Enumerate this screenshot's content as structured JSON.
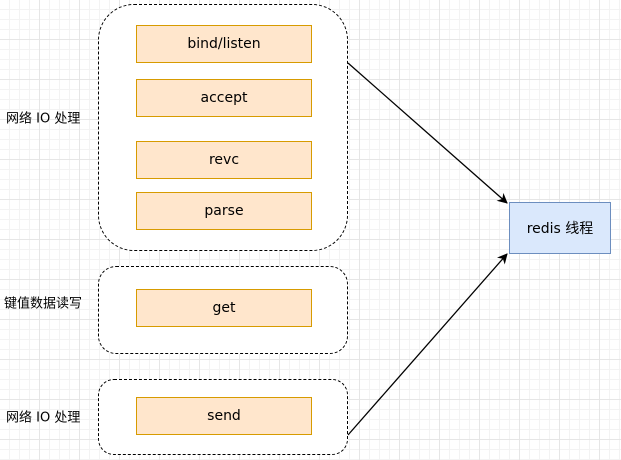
{
  "groups": {
    "network_in": {
      "label": "网络 IO 处理",
      "steps": [
        "bind/listen",
        "accept",
        "revc",
        "parse"
      ]
    },
    "kv": {
      "label": "键值数据读写",
      "steps": [
        "get"
      ]
    },
    "network_out": {
      "label": "网络 IO 处理",
      "steps": [
        "send"
      ]
    }
  },
  "thread": {
    "label": "redis 线程"
  },
  "colors": {
    "step_fill": "#ffe6cc",
    "step_border": "#d79b00",
    "thread_fill": "#dae8fc",
    "thread_border": "#6c8ebf"
  }
}
